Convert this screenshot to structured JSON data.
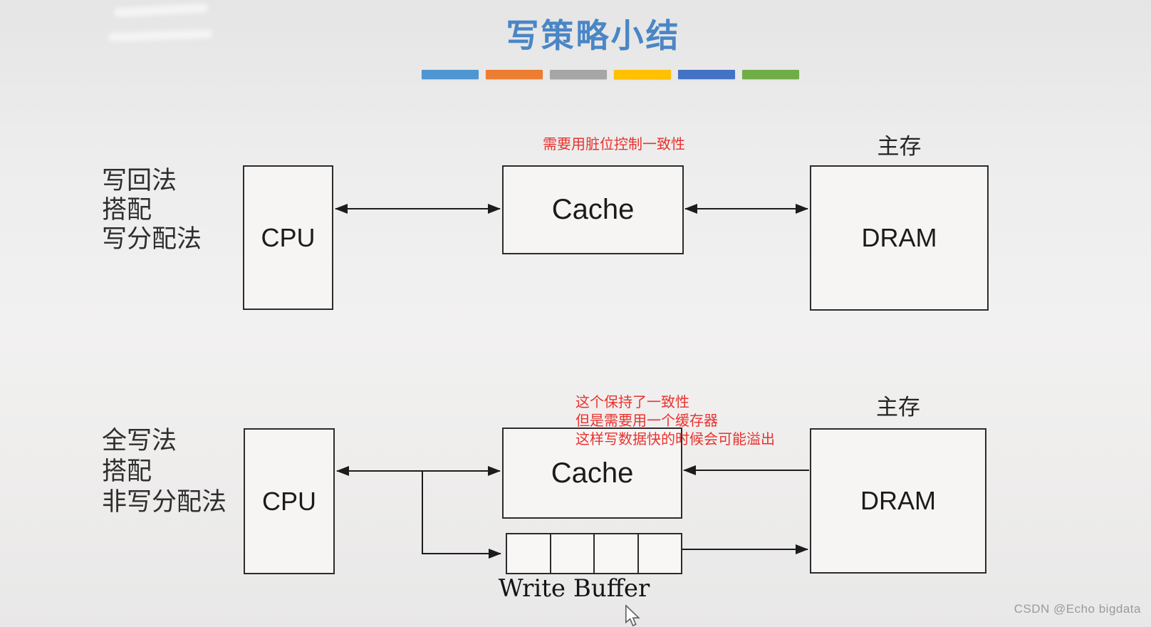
{
  "slide": {
    "title": "写策略小结",
    "underline_colors": [
      "#4e96d1",
      "#ed7d31",
      "#a6a6a6",
      "#ffc000",
      "#4472c4",
      "#70ad47"
    ]
  },
  "top_diagram": {
    "method_lines": [
      "写回法",
      "搭配",
      "写分配法"
    ],
    "cpu_label": "CPU",
    "cache_label": "Cache",
    "dram_label": "DRAM",
    "memory_label": "主存",
    "annotation": "需要用脏位控制一致性"
  },
  "bottom_diagram": {
    "method_lines": [
      "全写法",
      "搭配",
      "非写分配法"
    ],
    "cpu_label": "CPU",
    "cache_label": "Cache",
    "dram_label": "DRAM",
    "memory_label": "主存",
    "annotation_lines": [
      "这个保持了一致性",
      "但是需要用一个缓存器",
      "这样写数据快的时候会可能溢出"
    ],
    "write_buffer_label": "Write Buffer",
    "write_buffer_cell_count": 4
  },
  "colors": {
    "title_blue": "#4a86c6",
    "annotation_red": "#e9322d",
    "diagram_line": "#1c1c1c",
    "watermark_gray": "#9b9b9b"
  },
  "watermark": {
    "text": "CSDN @Echo bigdata"
  }
}
